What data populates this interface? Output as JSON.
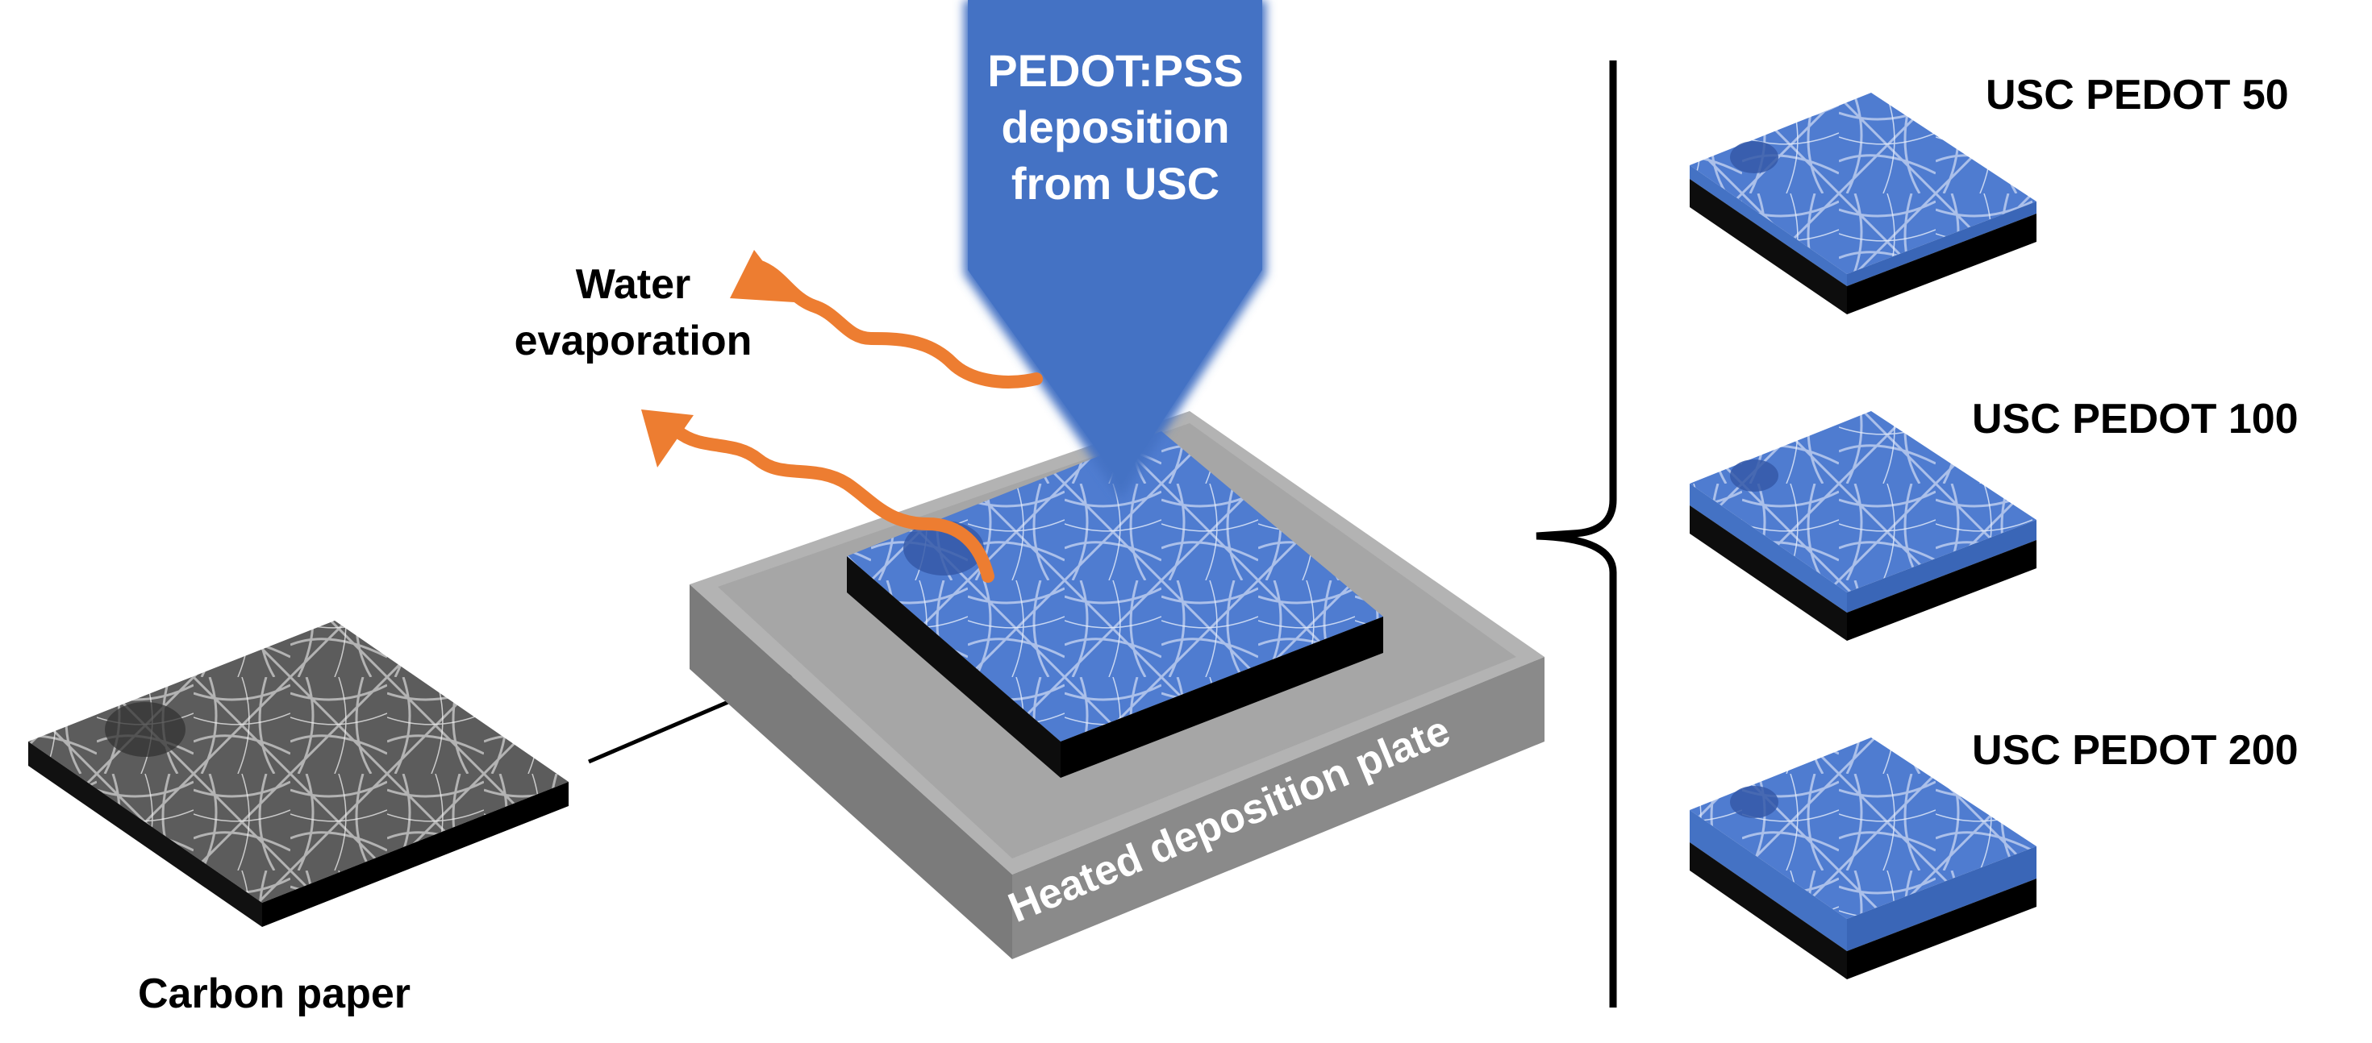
{
  "labels": {
    "nozzle_line1": "PEDOT:PSS",
    "nozzle_line2": "deposition",
    "nozzle_line3": "from USC",
    "water_line1": "Water",
    "water_line2": "evaporation",
    "carbon_paper": "Carbon paper",
    "plate": "Heated deposition plate",
    "sample_50": "USC PEDOT 50",
    "sample_100": "USC PEDOT 100",
    "sample_200": "USC PEDOT 200"
  },
  "colors": {
    "pedot_blue": "#4472c4",
    "vapor_orange": "#ed7d31",
    "plate_gray": "#9a9a9a",
    "carbon_gray": "#6e6e6e"
  }
}
